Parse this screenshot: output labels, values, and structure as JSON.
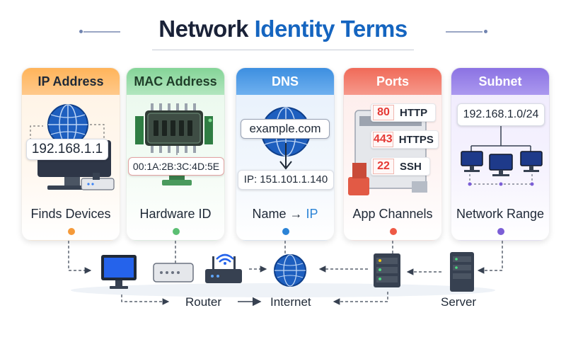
{
  "title": {
    "part1": "Network",
    "part2": "Identity Terms"
  },
  "cards": {
    "ip": {
      "heading": "IP Address",
      "value": "192.168.1.1",
      "footer": "Finds Devices"
    },
    "mac": {
      "heading": "MAC Address",
      "value": "00:1A:2B:3C:4D:5E",
      "footer": "Hardware ID"
    },
    "dns": {
      "heading": "DNS",
      "domain": "example.com",
      "ip": "IP: 151.101.1.140",
      "footer_name": "Name",
      "footer_arrow": "→",
      "footer_ip": "IP"
    },
    "ports": {
      "heading": "Ports",
      "rows": [
        {
          "num": "80",
          "name": "HTTP"
        },
        {
          "num": "443",
          "name": "HTTPS"
        },
        {
          "num": "22",
          "name": "SSH"
        }
      ],
      "footer": "App Channels"
    },
    "subnet": {
      "heading": "Subnet",
      "value": "192.168.1.0/24",
      "footer": "Network Range"
    }
  },
  "bottom": {
    "router": "Router",
    "internet": "Internet",
    "server": "Server"
  },
  "colors": {
    "ip": "#f59a3a",
    "mac": "#5bbf73",
    "dns": "#2b83d6",
    "ports": "#ee5a46",
    "subnet": "#7b5ed6"
  }
}
